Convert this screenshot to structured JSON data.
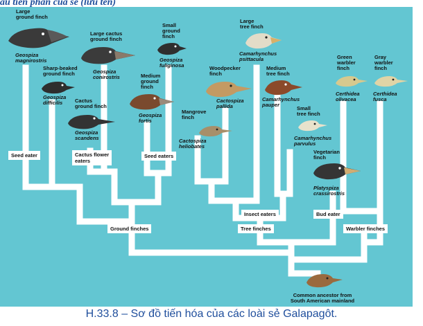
{
  "page": {
    "top_text": "ấu tiến phân của sẻ (lưu tên)",
    "caption": "H.33.8 – Sơ đồ tiến hóa của các loài sẻ Galapagôt."
  },
  "colors": {
    "panel": "#63c6d2",
    "branch": "#ffffff",
    "caption": "#1f4e9c"
  },
  "species": [
    {
      "id": "large-ground-finch",
      "name": "Large\nground finch",
      "sci": "Geospiza\nmagnirostris"
    },
    {
      "id": "sharp-beaked-ground-finch",
      "name": "Sharp-beaked\nground finch",
      "sci": "Geospiza\ndifficilis"
    },
    {
      "id": "cactus-ground-finch",
      "name": "Cactus\nground finch",
      "sci": "Geospiza\nscandens"
    },
    {
      "id": "large-cactus-ground-finch",
      "name": "Large cactus\nground finch",
      "sci": "Geospiza\nconirostris"
    },
    {
      "id": "small-ground-finch",
      "name": "Small\nground\nfinch",
      "sci": "Geospiza\nfuliginosa"
    },
    {
      "id": "medium-ground-finch",
      "name": "Medium\nground\nfinch",
      "sci": "Geospiza\nfortis"
    },
    {
      "id": "mangrove-finch",
      "name": "Mangrove\nfinch",
      "sci": "Cactospiza\nheliobates"
    },
    {
      "id": "woodpecker-finch",
      "name": "Woodpecker\nfinch",
      "sci": "Cactospiza\npallida"
    },
    {
      "id": "large-tree-finch",
      "name": "Large\ntree finch",
      "sci": "Camarhynchus\npsittacula"
    },
    {
      "id": "medium-tree-finch",
      "name": "Medium\ntree finch",
      "sci": "Camarhynchus\npauper"
    },
    {
      "id": "small-tree-finch",
      "name": "Small\ntree finch",
      "sci": "Camarhynchus\nparvulus"
    },
    {
      "id": "vegetarian-finch",
      "name": "Vegetarian\nfinch",
      "sci": "Platyspiza\ncrassirostris"
    },
    {
      "id": "green-warbler-finch",
      "name": "Green\nwarbler\nfinch",
      "sci": "Certhidea\nolivacea"
    },
    {
      "id": "gray-warbler-finch",
      "name": "Gray\nwarbler\nfinch",
      "sci": "Certhidea\nfusca"
    }
  ],
  "diet_labels": {
    "seed_eater": "Seed eater",
    "cactus_flower_eaters": "Cactus flower\neaters",
    "seed_eaters": "Seed eaters",
    "insect_eaters": "Insect eaters",
    "bud_eater": "Bud eater"
  },
  "group_labels": {
    "ground_finches": "Ground finches",
    "tree_finches": "Tree finches",
    "warbler_finches": "Warbler finches"
  },
  "ancestor": "Common ancestor from\nSouth American mainland"
}
